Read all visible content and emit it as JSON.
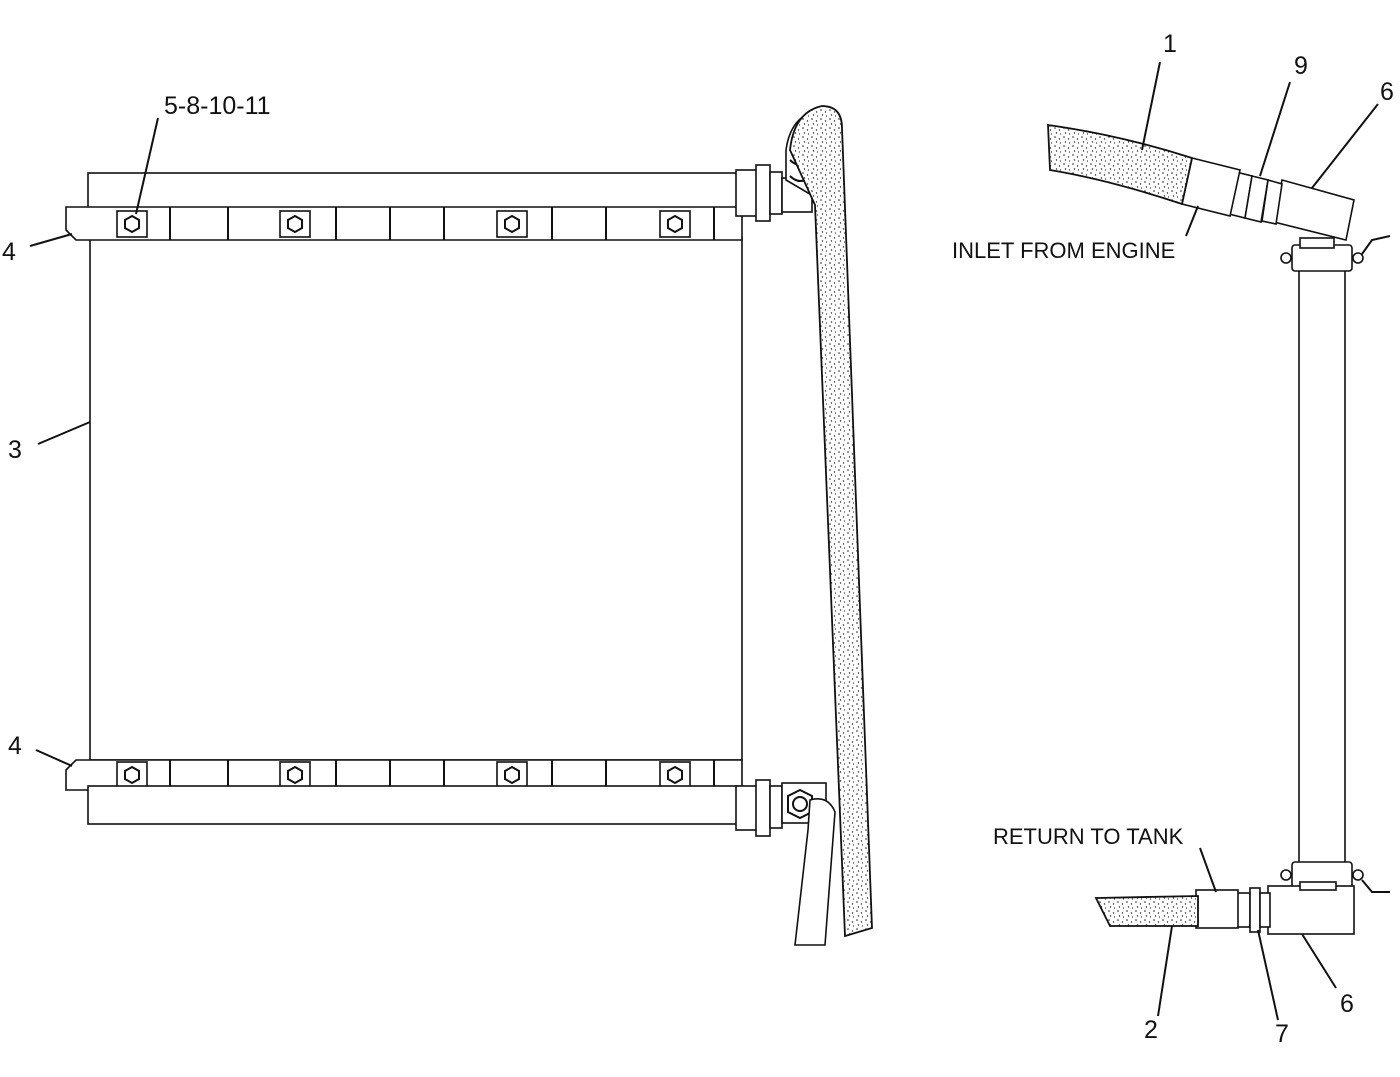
{
  "callouts": {
    "c1": "1",
    "c2": "2",
    "c3": "3",
    "c4a": "4",
    "c4b": "4",
    "c5": "5-8-10-11",
    "c6a": "6",
    "c6b": "6",
    "c7": "7",
    "c9": "9"
  },
  "notes": {
    "inlet": "INLET FROM ENGINE",
    "return": "RETURN TO TANK"
  }
}
